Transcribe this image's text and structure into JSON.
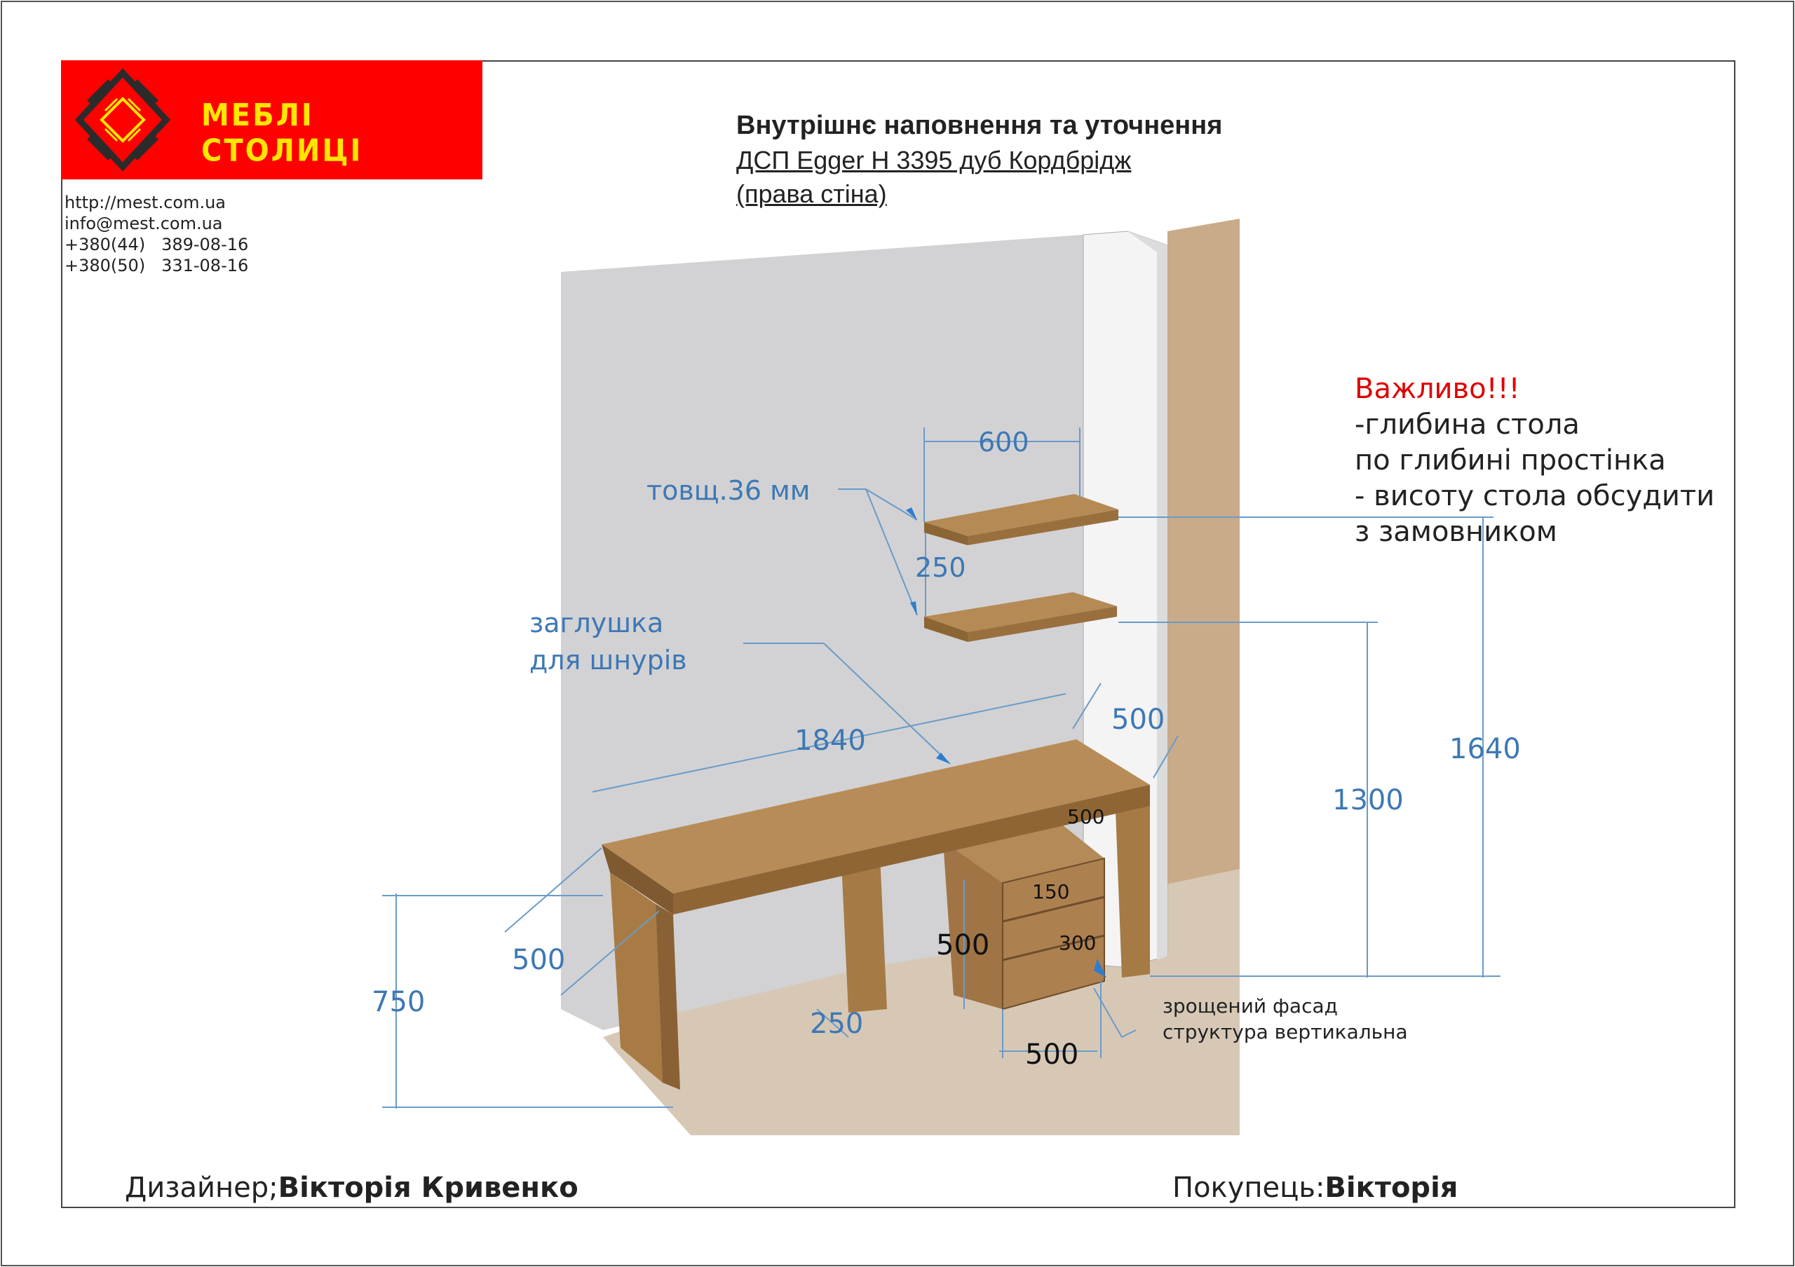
{
  "logo": {
    "brand": "МЕБЛІ СТОЛИЦІ",
    "colors": {
      "bg": "#fe0000",
      "accent": "#ffe600",
      "dark": "#2b2b2b"
    }
  },
  "contacts": [
    "http://mest.com.ua",
    "info@mest.com.ua",
    "+380(44)   389-08-16",
    "+380(50)   331-08-16"
  ],
  "header": {
    "title": "Внутрішнє наповнення та уточнення",
    "material": "ДСП Egger H 3395 дуб Кордбрідж",
    "wall": "(права стіна)"
  },
  "notes": {
    "important": "Важливо!!!",
    "lines": [
      "-глибина стола",
      "по глибині простінка",
      "- висоту стола обсудити",
      "з замовником"
    ]
  },
  "annotations": {
    "thickness": "товщ.36 мм",
    "plug_line1": "заглушка",
    "plug_line2": "для шнурів",
    "facade_line1": "зрощений фасад",
    "facade_line2": "структура вертикальна"
  },
  "dimensions": {
    "shelf_width": "600",
    "shelf_gap": "250",
    "desk_length": "1840",
    "desk_depth": "500",
    "pedestal_depth": "500",
    "drawer_top": "150",
    "drawer_other": "300",
    "pedestal_height": "500",
    "pedestal_width": "500",
    "desk_front_depth": "500",
    "desk_height": "750",
    "leg_gap": "250",
    "lower_shelf_height": "1300",
    "upper_shelf_height": "1640"
  },
  "footer": {
    "designer_label": "Дизайнер;",
    "designer_name": "Вікторія Кривенко",
    "buyer_label": "Покупець:",
    "buyer_name": "Вікторія"
  }
}
